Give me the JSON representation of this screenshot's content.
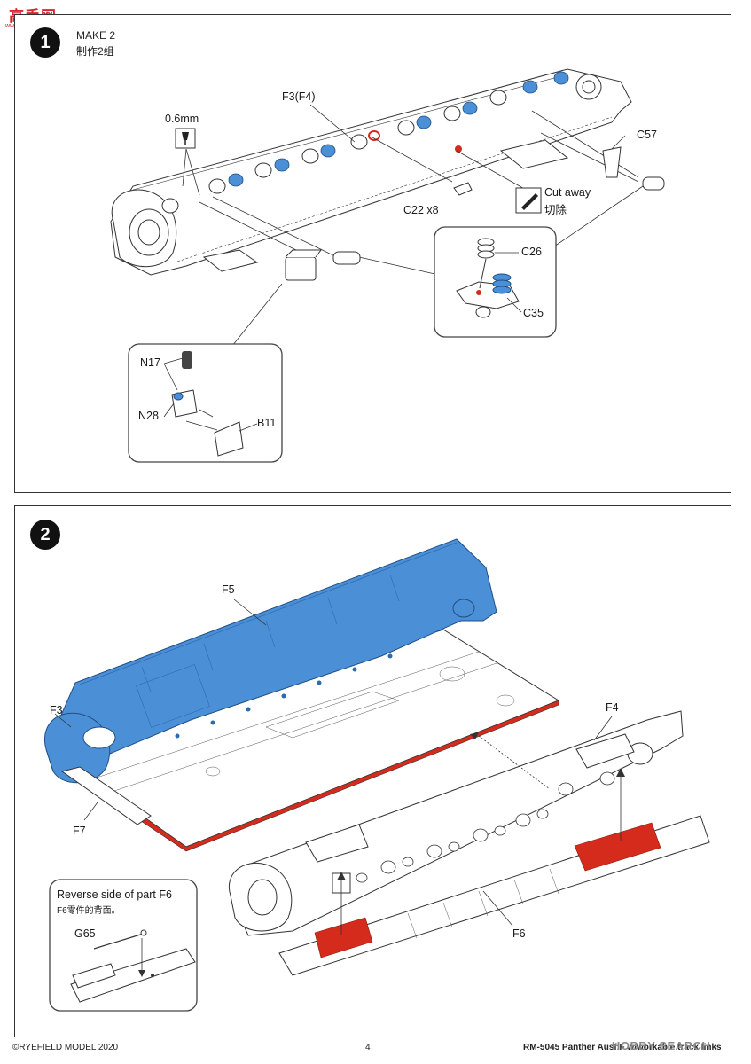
{
  "watermark": {
    "logo": "高手网",
    "url": "www.gaoshou.net"
  },
  "step1": {
    "number": "1",
    "title": "MAKE 2",
    "title_cn": "制作2组",
    "labels": {
      "thickness": "0.6mm",
      "f3f4": "F3(F4)",
      "c57": "C57",
      "cut_away": "Cut away",
      "cut_away_cn": "切除",
      "c22": "C22 x8",
      "c26": "C26",
      "c35": "C35",
      "n17": "N17",
      "n28": "N28",
      "b11": "B11"
    }
  },
  "step2": {
    "number": "2",
    "labels": {
      "f5": "F5",
      "f3": "F3",
      "f4": "F4",
      "f7": "F7",
      "f6": "F6",
      "g65": "G65",
      "reverse": "Reverse side of part F6",
      "reverse_cn": "F6零件的背面。"
    }
  },
  "colors": {
    "blue": "#4b8fd6",
    "red": "#d42b1c"
  },
  "footer": {
    "copyright": "©RYEFIELD MODEL 2020",
    "page": "4",
    "product": "RM-5045  Panther Ausf.F w/workable track links",
    "watermark": "HOBBY SEARCH"
  }
}
